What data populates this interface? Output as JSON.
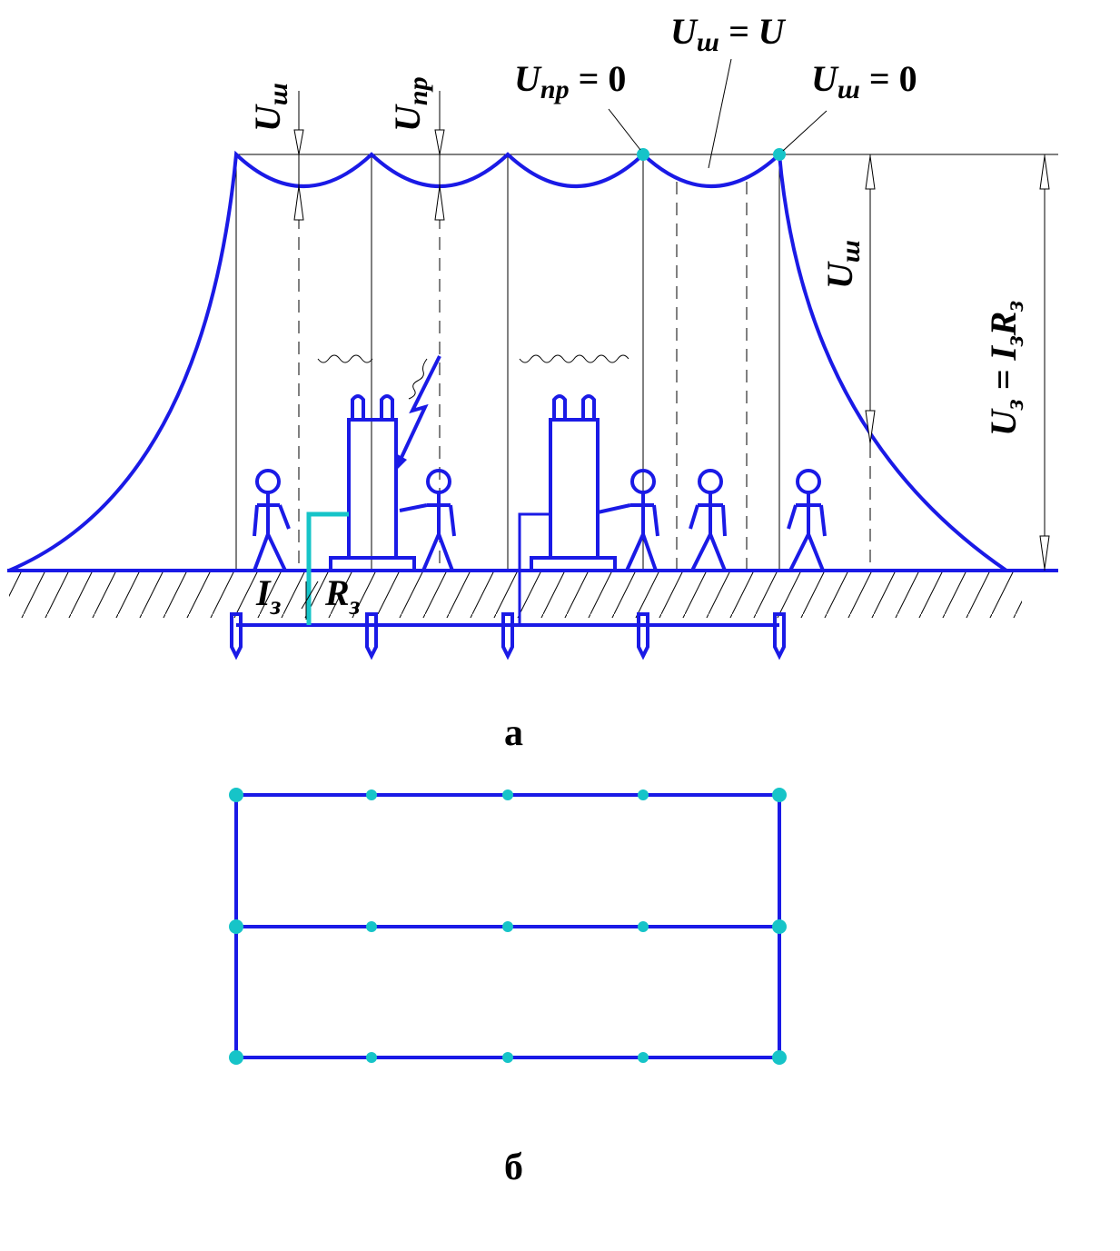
{
  "labels": {
    "u_sh_left": {
      "main": "U",
      "sub": "ш"
    },
    "u_pr_top": {
      "main": "U",
      "sub": "пр"
    },
    "u_pr_zero": {
      "main": "U",
      "sub": "пр",
      "rest": " = 0"
    },
    "u_sh_eq_u": {
      "main": "U",
      "sub": "ш",
      "rest": " = U"
    },
    "u_sh_zero": {
      "main": "U",
      "sub": "ш",
      "rest": " = 0"
    },
    "u_sh_right": {
      "main": "U",
      "sub": "ш"
    },
    "u_z_formula": {
      "main": "U",
      "sub": "з",
      "rest": " = I",
      "sub2": "з",
      "rest2": "R",
      "sub3": "з"
    },
    "i_z": {
      "main": "I",
      "sub": "з"
    },
    "r_z": {
      "main": "R",
      "sub": "з"
    }
  },
  "captions": {
    "a": "а",
    "b": "б"
  },
  "colors": {
    "conductor": "#1a1ae6",
    "node": "#16c4c8",
    "annotation": "#000000"
  },
  "plan_grid": {
    "columns": 5,
    "rows": 3
  }
}
